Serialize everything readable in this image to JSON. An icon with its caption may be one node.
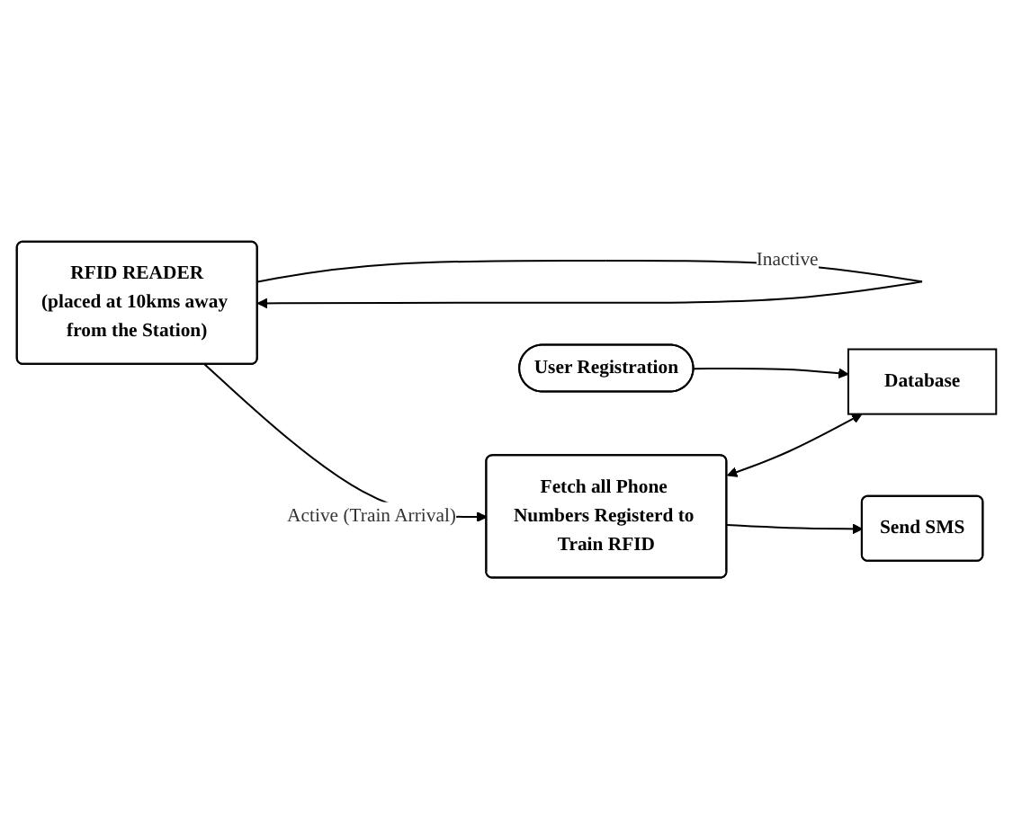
{
  "diagram": {
    "nodes": [
      {
        "text": [
          "User Registration"
        ]
      },
      {
        "text": [
          "RFID READER",
          "(placed at 10kms away from the Station)"
        ]
      },
      {
        "text": [
          "Database"
        ]
      },
      {
        "text": [
          "Fetch all Phone Numbers Registerd to Train RFID"
        ]
      },
      {
        "text": [
          "Send SMS"
        ]
      }
    ],
    "edges": [
      {
        "from": 1,
        "to": 1,
        "arrow": "to",
        "label": "Inactive"
      },
      {
        "from": 0,
        "to": 2,
        "arrow": "to"
      },
      {
        "from": 1,
        "to": 3,
        "arrow": "to",
        "label": "Active (Train Arrival)"
      },
      {
        "from": 3,
        "to": 2,
        "arrow": "both"
      },
      {
        "from": 3,
        "to": 4,
        "arrow": "to"
      }
    ]
  }
}
